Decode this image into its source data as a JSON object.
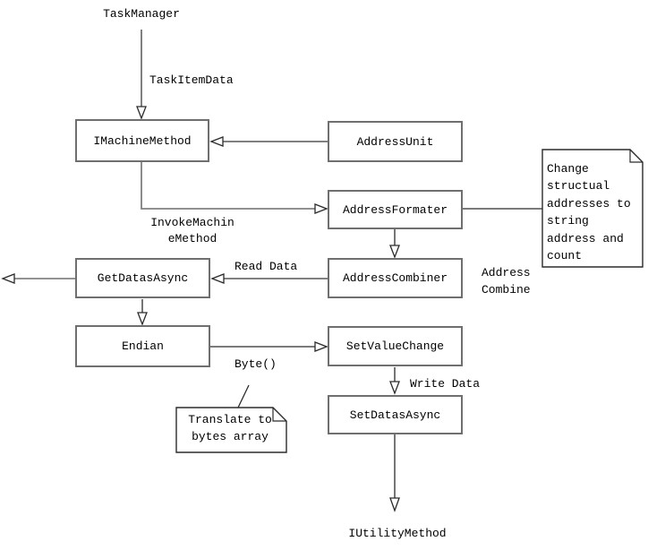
{
  "diagram": {
    "kind": "flow-diagram"
  },
  "nodes": {
    "task_manager": "TaskManager",
    "imachine_method": "IMachineMethod",
    "address_unit": "AddressUnit",
    "address_formater": "AddressFormater",
    "address_combiner": "AddressCombiner",
    "get_datas_async": "GetDatasAsync",
    "endian": "Endian",
    "set_value_change": "SetValueChange",
    "set_datas_async": "SetDatasAsync",
    "iutility_method": "IUtilityMethod"
  },
  "edge_labels": {
    "task_item_data": "TaskItemData",
    "invoke_machine_line1": "InvokeMachin",
    "invoke_machine_line2": "eMethod",
    "read_data": "Read Data",
    "address_combine_line1": "Address",
    "address_combine_line2": "Combine",
    "byte_call": "Byte()",
    "write_data": "Write Data"
  },
  "notes": {
    "change_structural": {
      "lines": [
        "Change",
        "structual",
        "addresses to",
        "string",
        "address and",
        "count"
      ]
    },
    "translate_bytes": {
      "lines": [
        "Translate to",
        "bytes array"
      ]
    }
  },
  "colors": {
    "background": "#ffffff",
    "box_border": "#6f6f6f",
    "line_gray": "#808080",
    "line_dark": "#2b2b2b",
    "text": "#000000"
  }
}
